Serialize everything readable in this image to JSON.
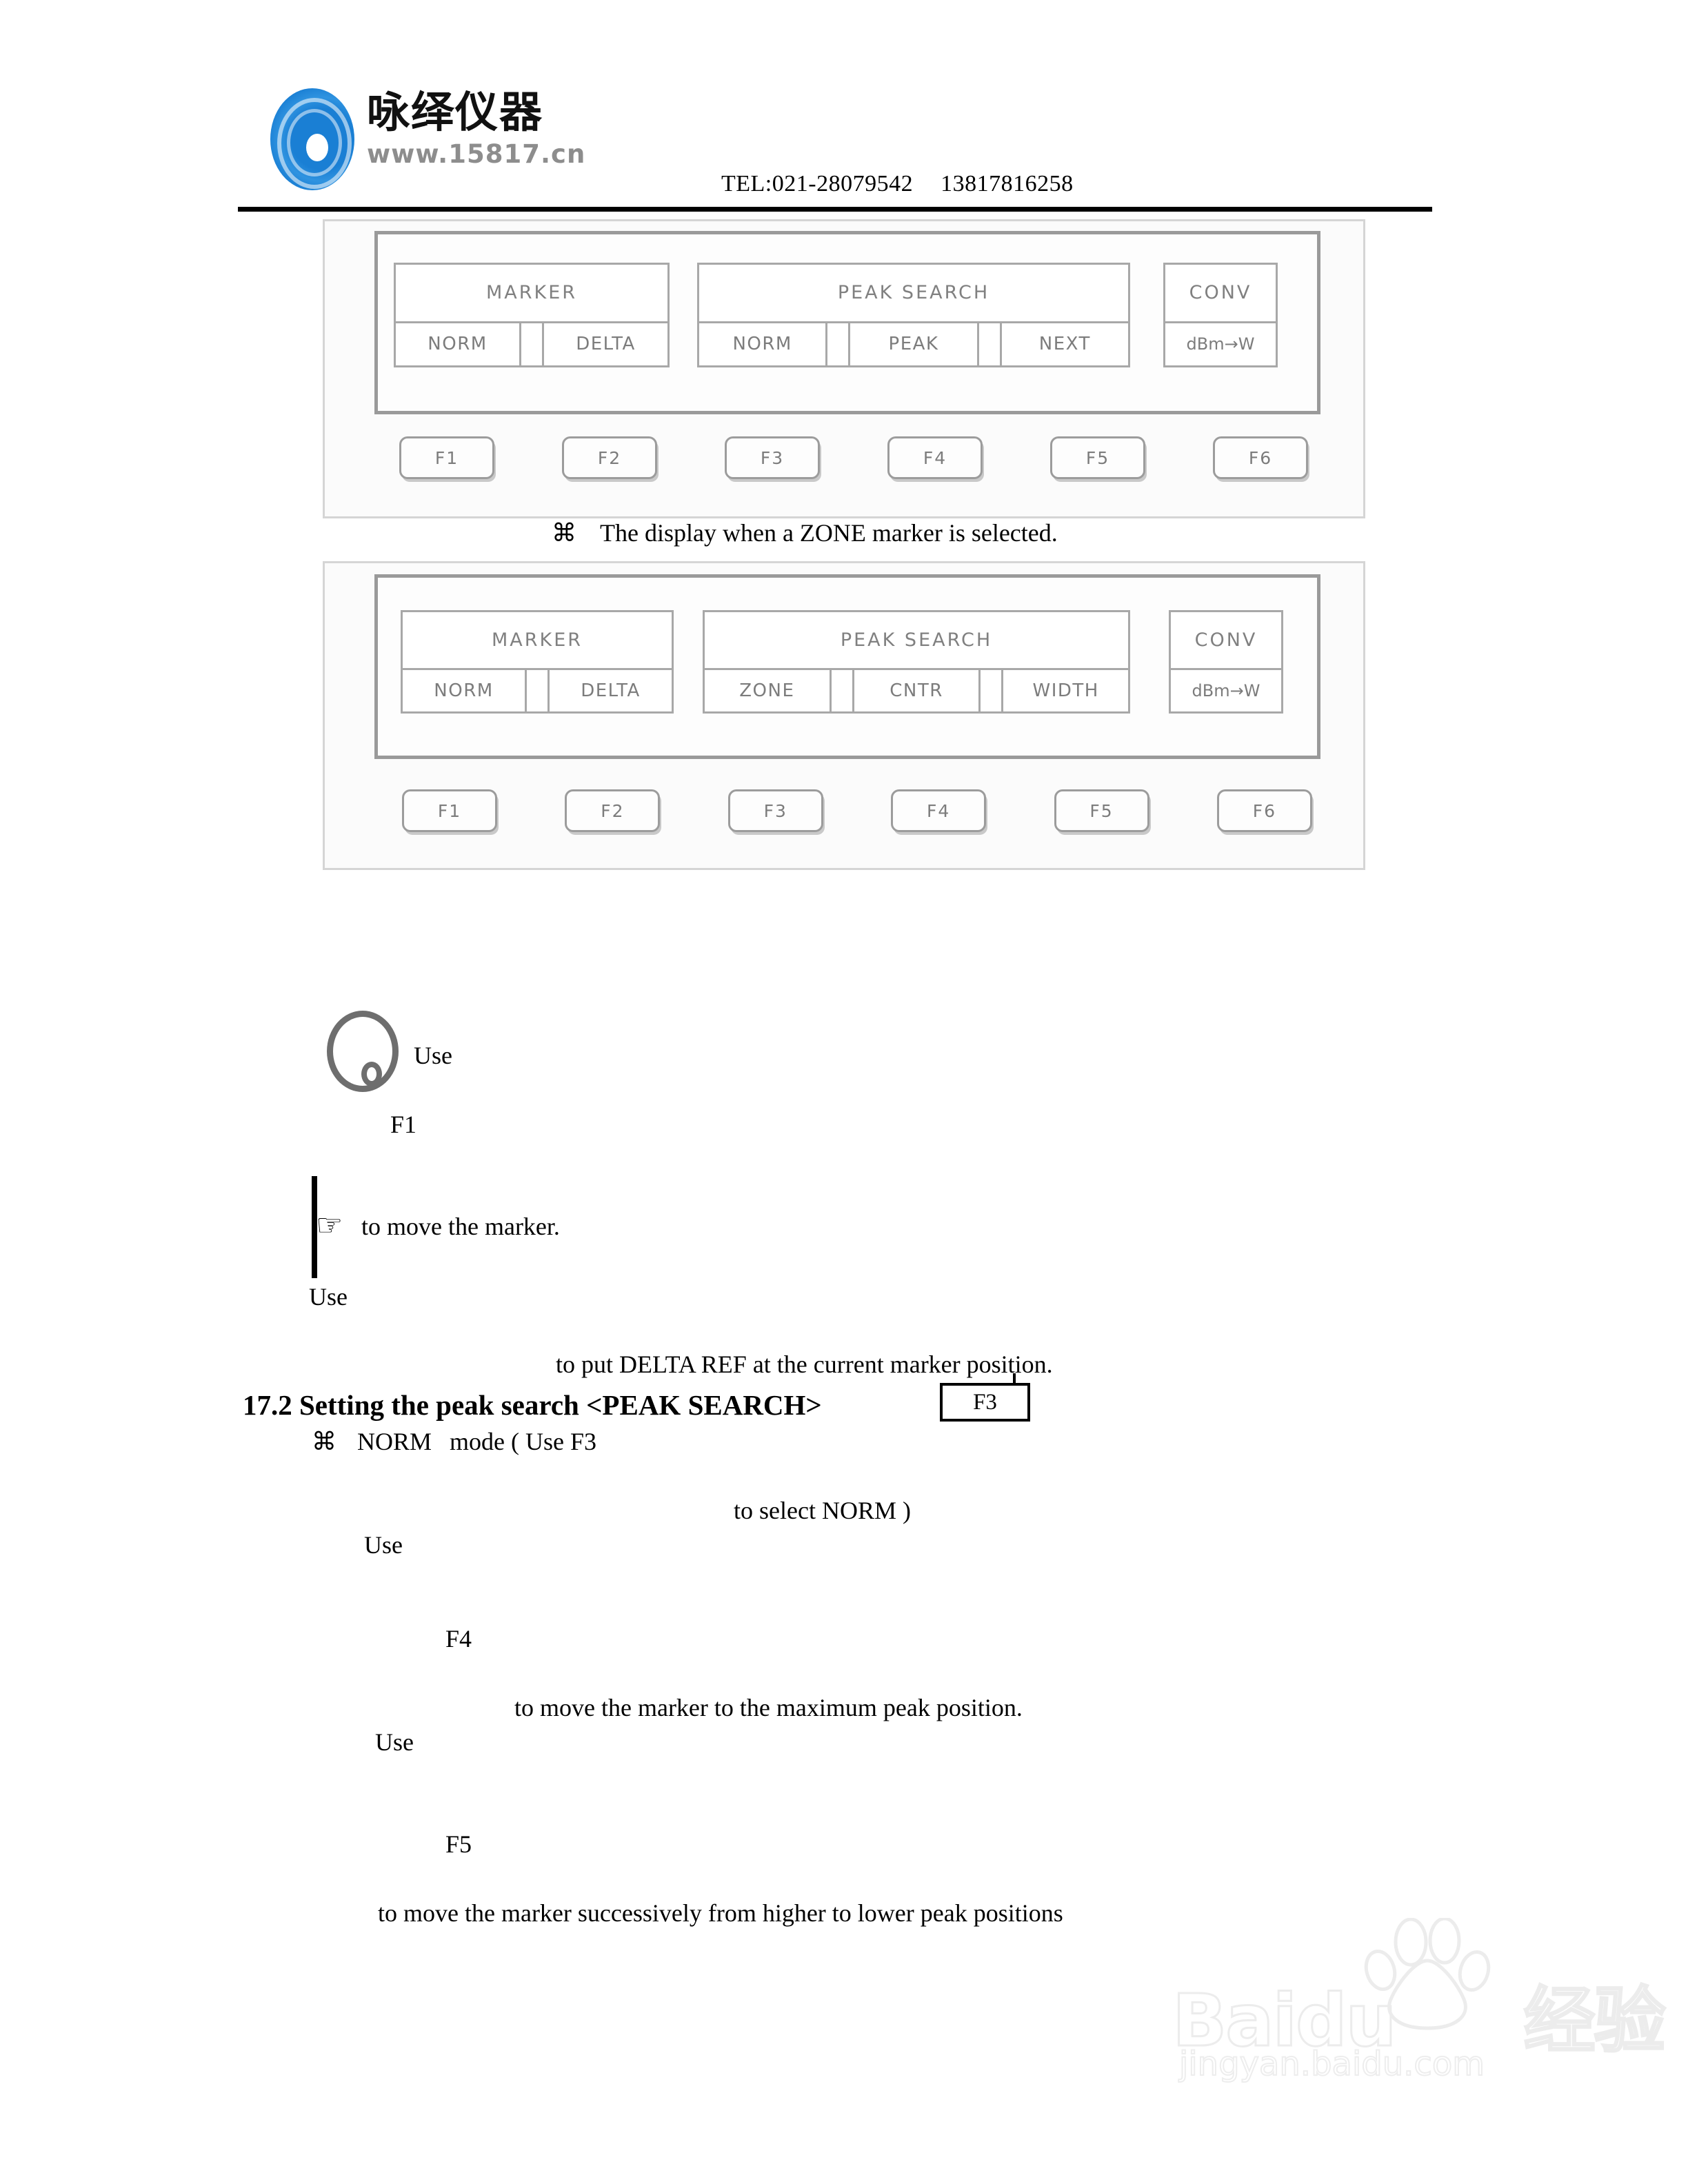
{
  "header": {
    "logo_cn": "咏绎仪器",
    "logo_url": "www.15817.cn",
    "tel_label": "TEL:021-28079542",
    "mobile": "13817816258"
  },
  "panels": [
    {
      "name": "normal-peak-search-display",
      "groups": [
        {
          "title": "MARKER",
          "cells": [
            "NORM",
            "DELTA"
          ]
        },
        {
          "title": "PEAK  SEARCH",
          "cells": [
            "NORM",
            "PEAK",
            "NEXT"
          ]
        },
        {
          "title": "CONV",
          "cells": [
            "dBm→W"
          ]
        }
      ],
      "fkeys": [
        "F1",
        "F2",
        "F3",
        "F4",
        "F5",
        "F6"
      ]
    },
    {
      "name": "zone-marker-display",
      "groups": [
        {
          "title": "MARKER",
          "cells": [
            "NORM",
            "DELTA"
          ]
        },
        {
          "title": "PEAK  SEARCH",
          "cells": [
            "ZONE",
            "CNTR",
            "WIDTH"
          ]
        },
        {
          "title": "CONV",
          "cells": [
            "dBm→W"
          ]
        }
      ],
      "fkeys": [
        "F1",
        "F2",
        "F3",
        "F4",
        "F5",
        "F6"
      ]
    }
  ],
  "caption": {
    "bullet": "⌘",
    "text": "The display when a ZONE marker is selected."
  },
  "body": {
    "use_1": "Use",
    "f1_label": "F1",
    "hand_glyph": "☞",
    "move_marker": "to move the marker.",
    "use_2": "Use",
    "delta_ref": "to put DELTA REF at the current marker position.",
    "heading": "17.2 Setting the peak search <PEAK SEARCH>",
    "f3_box": "F3",
    "norm_bullet": "⌘",
    "norm_mode_a": "NORM",
    "norm_mode_b": "mode ( Use F3",
    "select_norm": "to select NORM )",
    "use_3": "Use",
    "f4_label": "F4",
    "max_peak": "to move the marker to the maximum peak position.",
    "use_4": "Use",
    "f5_label": "F5",
    "lower_peak": "to move the marker successively from higher to lower peak positions"
  },
  "watermark": {
    "brand": "Baidu",
    "brand_cn": "经验",
    "url": "jingyan.baidu.com"
  }
}
